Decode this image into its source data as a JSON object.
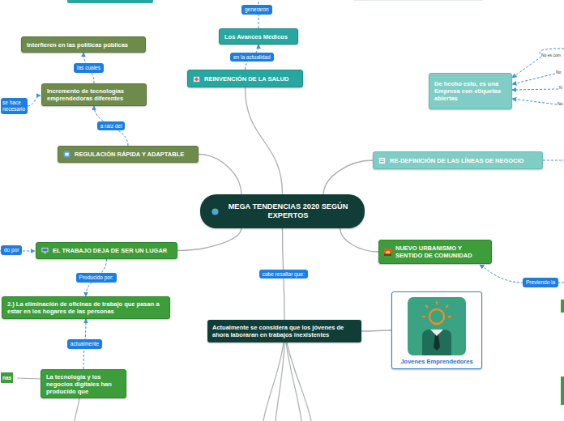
{
  "diagram": {
    "nodes": [
      {
        "text": [
          "MEGA TENDENCIAS 2020 SEGÚN EXPERTOS"
        ]
      },
      {
        "text": [
          "REINVENCIÓN DE LA SALUD"
        ]
      },
      {
        "text": [
          "Los Avances Médicos"
        ]
      },
      {
        "text": [
          "REGULACIÓN RÁPIDA Y ADAPTABLE"
        ]
      },
      {
        "text": [
          "Incremento de tecnologías emprendedoras diferentes"
        ]
      },
      {
        "text": [
          "Interfieren en las políticas públicas"
        ]
      },
      {
        "text": [
          "RE-DEFINICIÓN DE LAS LÍNEAS DE NEGOCIO"
        ]
      },
      {
        "text": [
          "De hecho esto, es una Empresa con etiquetas abiertas"
        ]
      },
      {
        "text": [
          "NUEVO URBANISMO Y SENTIDO DE COMUNIDAD"
        ]
      },
      {
        "text": [
          "Jovenes Emprendedores"
        ]
      },
      {
        "text": [
          "Actualmente se considera que los jóvenes de ahora laboraran en trabajos inexistentes"
        ]
      },
      {
        "text": [
          "EL TRABAJO DEJA DE SER UN LUGAR"
        ]
      },
      {
        "text": [
          "2.) La eliminación de oficinas de trabajo que pasan a estar en los hogares de las personas"
        ]
      },
      {
        "text": [
          "La tecnología y los negocios digitales han producido que"
        ]
      }
    ],
    "edges": [
      {
        "from": 0,
        "to": 1,
        "arrow": "none"
      },
      {
        "from": 1,
        "to": 2,
        "label": "en la actualidad",
        "arrow": "to"
      },
      {
        "from": 0,
        "to": 3,
        "arrow": "none"
      },
      {
        "from": 3,
        "to": 4,
        "label": "a raíz del",
        "arrow": "to"
      },
      {
        "from": 4,
        "to": 5,
        "label": "las cuales",
        "arrow": "to"
      },
      {
        "from": 0,
        "to": 6,
        "arrow": "none"
      },
      {
        "from": 0,
        "to": 8,
        "arrow": "none"
      },
      {
        "from": 0,
        "to": 10,
        "label": "cabe resaltar que:",
        "arrow": "none"
      },
      {
        "from": 10,
        "to": 9,
        "arrow": "none"
      },
      {
        "from": 0,
        "to": 11,
        "arrow": "none"
      },
      {
        "from": 11,
        "to": 12,
        "label": "Producido por:",
        "arrow": "to"
      },
      {
        "from": 13,
        "to": 12,
        "label": "actualmente",
        "arrow": "to"
      }
    ],
    "labels": [
      "generaron",
      "se hace necesario",
      "No es com",
      "No",
      "N",
      "No",
      "Previendo la",
      "do por",
      "nas"
    ]
  }
}
